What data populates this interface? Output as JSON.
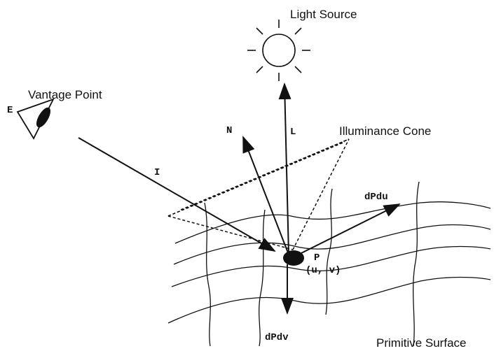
{
  "labels": {
    "light_source": "Light Source",
    "vantage_point": "Vantage Point",
    "eye": "E",
    "incident": "I",
    "normal": "N",
    "light_vector": "L",
    "illuminance_cone": "Illuminance Cone",
    "dpdu": "dPdu",
    "point": "P",
    "point_coords": "(u, v)",
    "dpdv": "dPdv",
    "primitive_surface": "Primitive Surface"
  }
}
